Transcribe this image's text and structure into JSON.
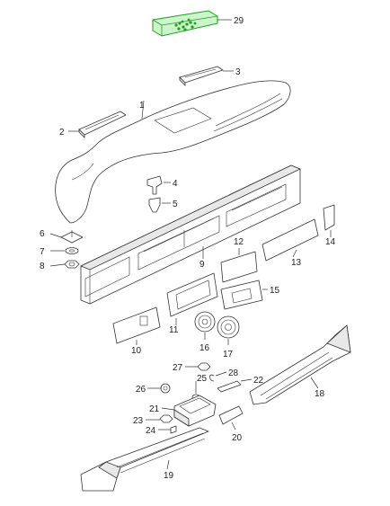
{
  "diagram": {
    "callouts": [
      {
        "id": "c29",
        "label": "29"
      },
      {
        "id": "c3",
        "label": "3"
      },
      {
        "id": "c1",
        "label": "1"
      },
      {
        "id": "c2",
        "label": "2"
      },
      {
        "id": "c4",
        "label": "4"
      },
      {
        "id": "c5",
        "label": "5"
      },
      {
        "id": "c6",
        "label": "6"
      },
      {
        "id": "c7",
        "label": "7"
      },
      {
        "id": "c8",
        "label": "8"
      },
      {
        "id": "c9",
        "label": "9"
      },
      {
        "id": "c12",
        "label": "12"
      },
      {
        "id": "c13",
        "label": "13"
      },
      {
        "id": "c14",
        "label": "14"
      },
      {
        "id": "c15",
        "label": "15"
      },
      {
        "id": "c11",
        "label": "11"
      },
      {
        "id": "c10",
        "label": "10"
      },
      {
        "id": "c16",
        "label": "16"
      },
      {
        "id": "c17",
        "label": "17"
      },
      {
        "id": "c27",
        "label": "27"
      },
      {
        "id": "c25",
        "label": "25"
      },
      {
        "id": "c28",
        "label": "28"
      },
      {
        "id": "c22",
        "label": "22"
      },
      {
        "id": "c26",
        "label": "26"
      },
      {
        "id": "c18",
        "label": "18"
      },
      {
        "id": "c21",
        "label": "21"
      },
      {
        "id": "c23",
        "label": "23"
      },
      {
        "id": "c24",
        "label": "24"
      },
      {
        "id": "c20",
        "label": "20"
      },
      {
        "id": "c19",
        "label": "19"
      }
    ],
    "highlight_color": "#1aa01a",
    "highlight_fill": "#ccf5cc"
  }
}
